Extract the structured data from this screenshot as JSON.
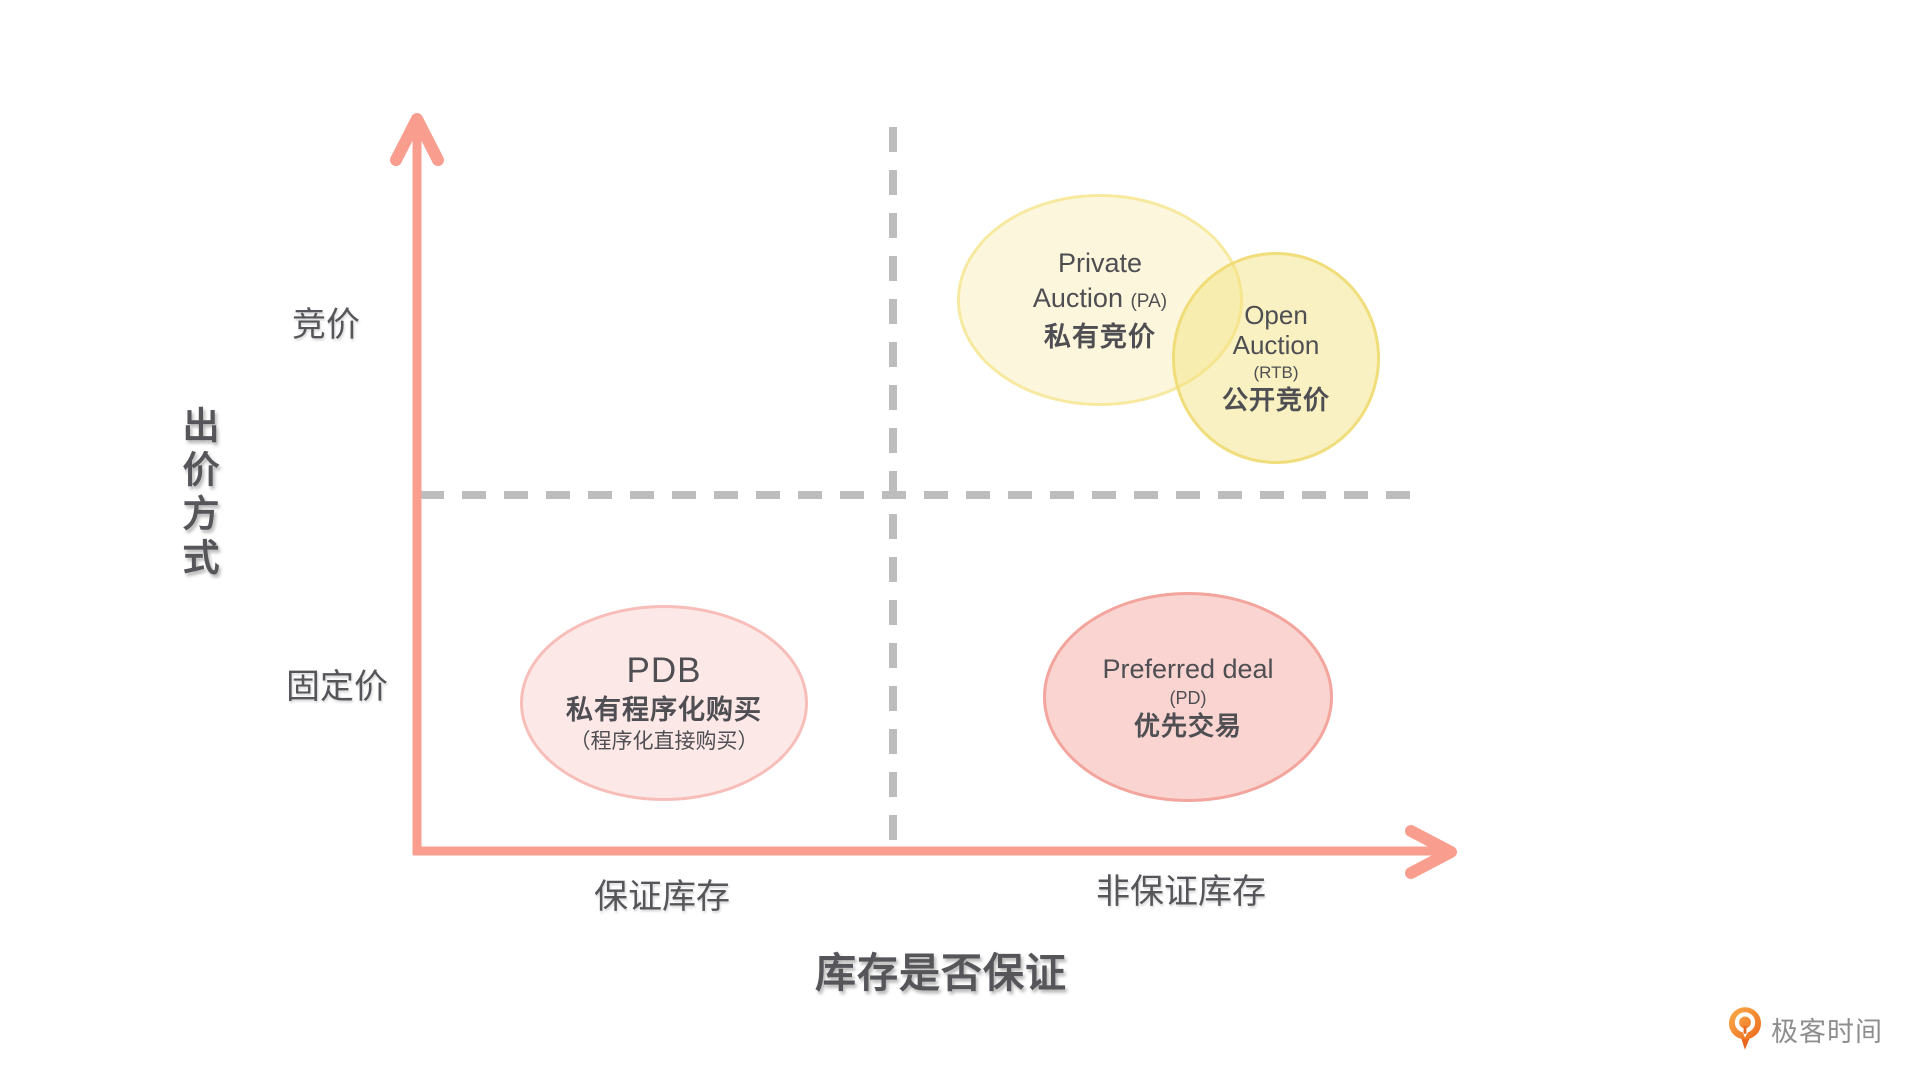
{
  "meta": {
    "background": "#FFFFFF"
  },
  "colors": {
    "axis": "#F99E8F",
    "dashed_line": "#BDBDBD",
    "label_text": "#55555A",
    "pa_fill": "#FCF7E1",
    "pa_border": "#F6E48C",
    "open_fill": "#F8F1BF",
    "open_border": "#EED96E",
    "pdb_fill": "#FBE6E5",
    "pdb_border": "#F6B7B2",
    "pd_fill": "#F9D4D0",
    "pd_border": "#F19890",
    "logo_orange": "#ED6C1F",
    "logo_text_color": "#8E8E8E"
  },
  "axes": {
    "y_title": "出价方式",
    "y_top_label": "竞价",
    "y_bottom_label": "固定价",
    "x_title": "库存是否保证",
    "x_left_label": "保证库存",
    "x_right_label": "非保证库存"
  },
  "bubbles": {
    "pa": {
      "line1": "Private",
      "line2": "Auction",
      "abbr": "(PA)",
      "cn": "私有竞价"
    },
    "open": {
      "line1": "Open",
      "line2": "Auction",
      "abbr": "(RTB)",
      "cn": "公开竞价"
    },
    "pdb": {
      "title": "PDB",
      "cn": "私有程序化购买",
      "sub": "（程序化直接购买）"
    },
    "pd": {
      "line1": "Preferred deal",
      "abbr": "(PD)",
      "cn": "优先交易"
    }
  },
  "logo": {
    "text": "极客时间"
  }
}
